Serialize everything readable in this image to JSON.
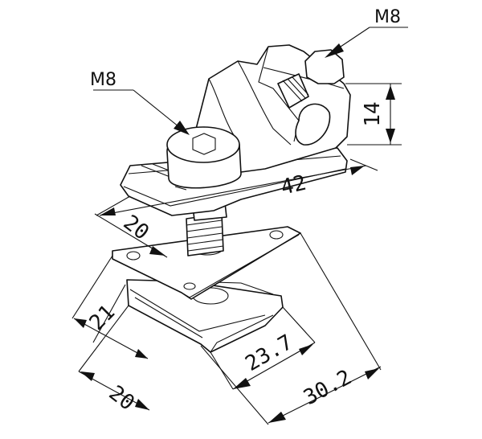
{
  "callouts": {
    "nut_thread": "M8",
    "bolt_thread": "M8"
  },
  "dimensions": {
    "clamp_height": "14",
    "clamp_length": "42",
    "clamp_width": "20",
    "slot_width": "21",
    "nut_width": "20",
    "nut_length": "23.7",
    "overall_length": "30.2"
  }
}
